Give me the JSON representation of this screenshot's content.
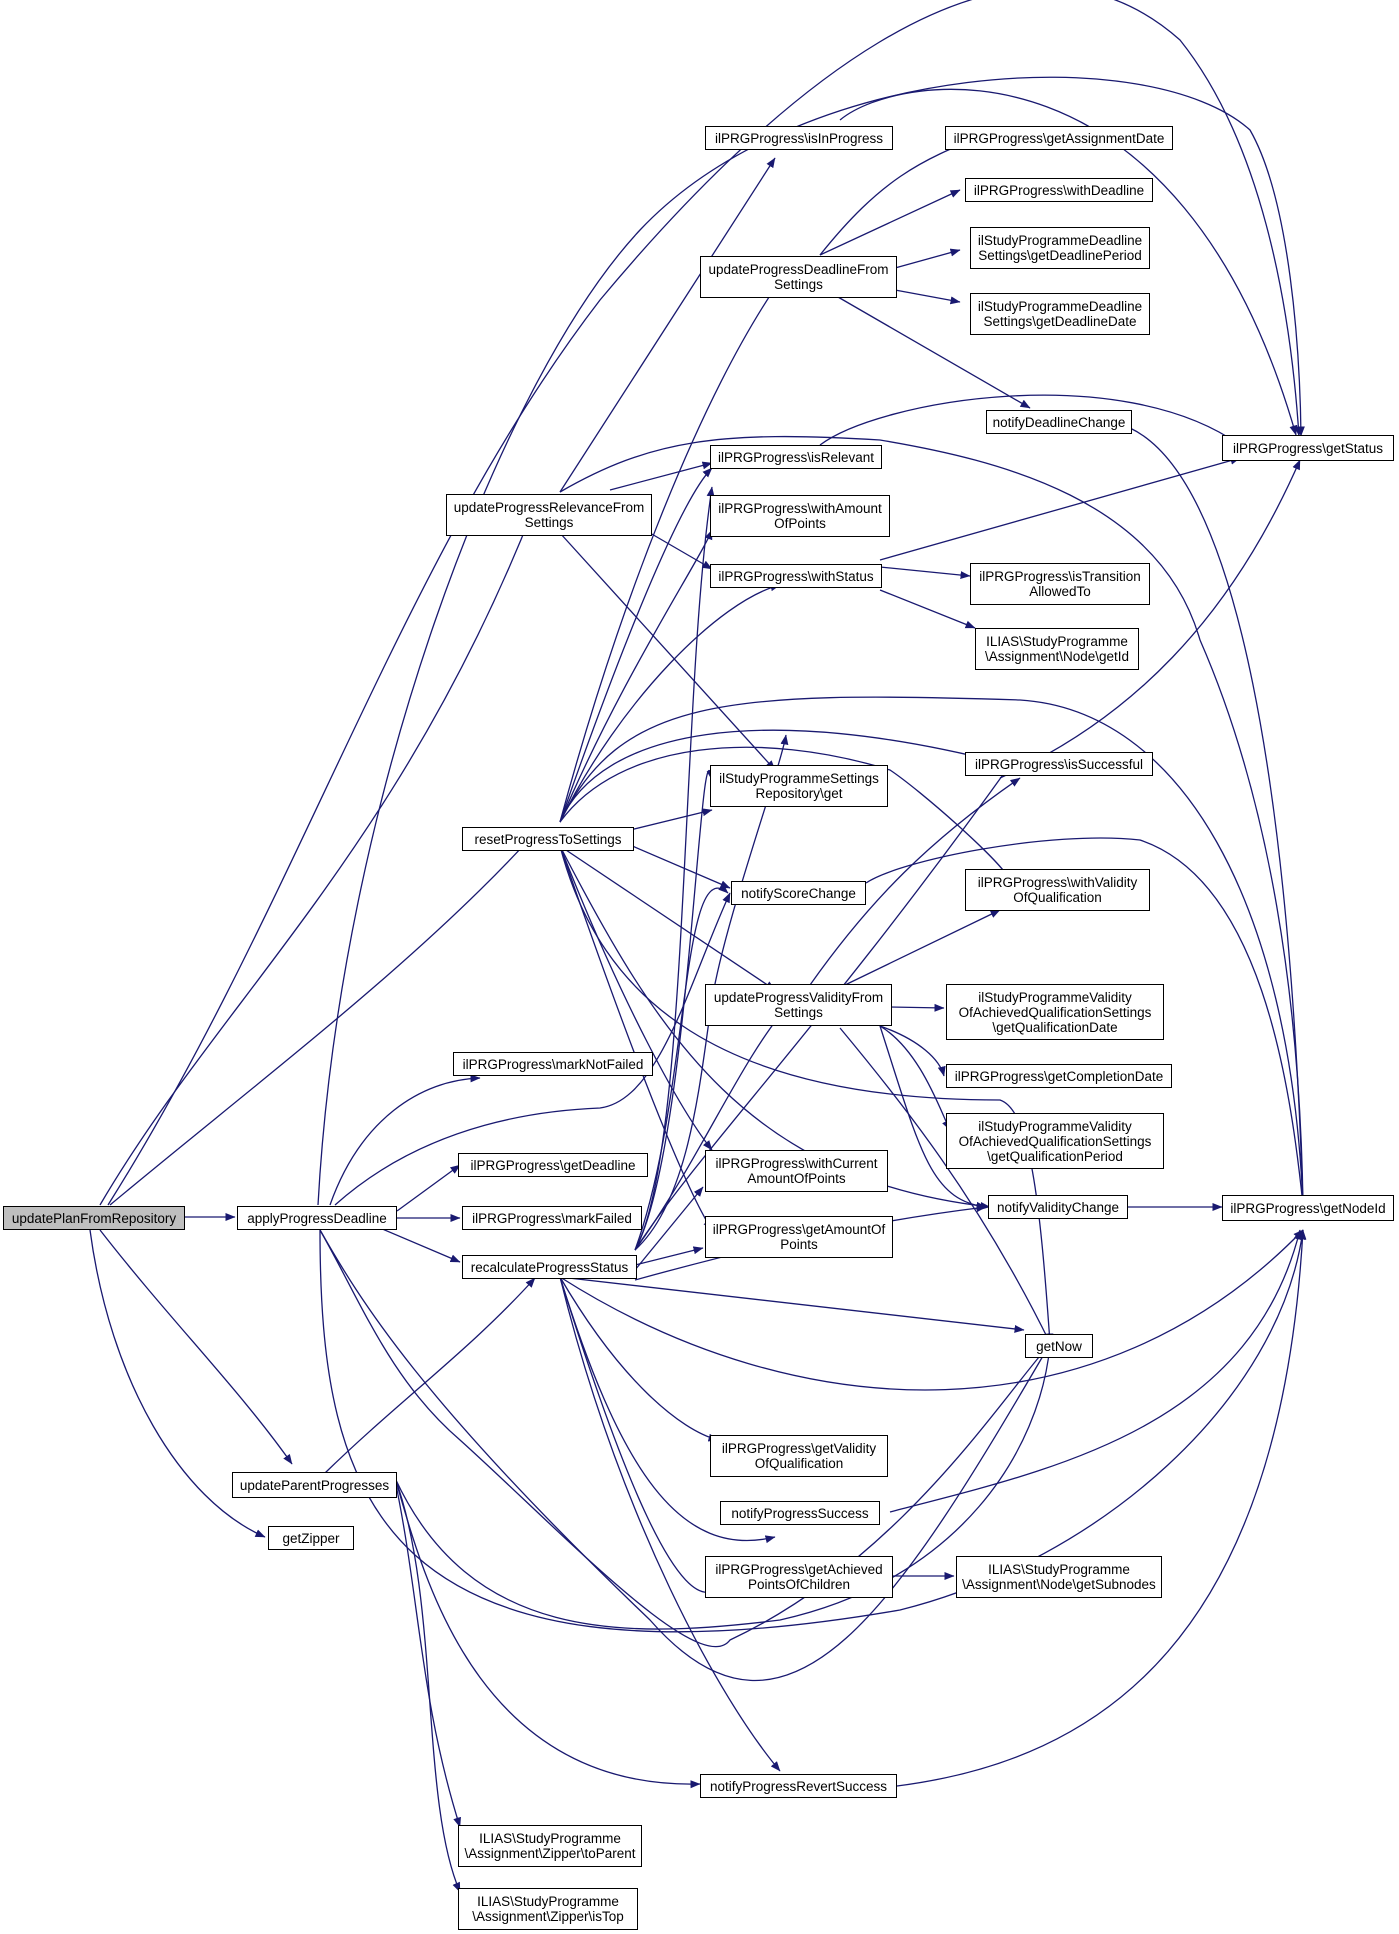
{
  "colors": {
    "edge": "#191970",
    "node_border": "#000000",
    "node_fill": "#ffffff",
    "root_fill": "#bfbfbf"
  },
  "nodes": {
    "root": "updatePlanFromRepository",
    "applyProgressDeadline": "applyProgressDeadline",
    "updateParentProgresses": "updateParentProgresses",
    "getZipper": "getZipper",
    "updateProgressRelevanceFromSettings": "updateProgressRelevanceFrom\nSettings",
    "resetProgressToSettings": "resetProgressToSettings",
    "markNotFailed": "ilPRGProgress\\markNotFailed",
    "getDeadline": "ilPRGProgress\\getDeadline",
    "markFailed": "ilPRGProgress\\markFailed",
    "recalculateProgressStatus": "recalculateProgressStatus",
    "toParent": "ILIAS\\StudyProgramme\n\\Assignment\\Zipper\\toParent",
    "isTop": "ILIAS\\StudyProgramme\n\\Assignment\\Zipper\\isTop",
    "isInProgress": "ilPRGProgress\\isInProgress",
    "updateProgressDeadlineFromSettings": "updateProgressDeadlineFrom\nSettings",
    "isRelevant": "ilPRGProgress\\isRelevant",
    "withAmountOfPoints": "ilPRGProgress\\withAmount\nOfPoints",
    "withStatus": "ilPRGProgress\\withStatus",
    "settingsRepositoryGet": "ilStudyProgrammeSettings\nRepository\\get",
    "notifyScoreChange": "notifyScoreChange",
    "updateProgressValidityFromSettings": "updateProgressValidityFrom\nSettings",
    "withCurrentAmountOfPoints": "ilPRGProgress\\withCurrent\nAmountOfPoints",
    "getAmountOfPoints": "ilPRGProgress\\getAmountOf\nPoints",
    "getValidityOfQualification": "ilPRGProgress\\getValidity\nOfQualification",
    "notifyProgressSuccess": "notifyProgressSuccess",
    "getAchievedPointsOfChildren": "ilPRGProgress\\getAchieved\nPointsOfChildren",
    "notifyProgressRevertSuccess": "notifyProgressRevertSuccess",
    "getAssignmentDate": "ilPRGProgress\\getAssignmentDate",
    "withDeadline": "ilPRGProgress\\withDeadline",
    "getDeadlinePeriod": "ilStudyProgrammeDeadline\nSettings\\getDeadlinePeriod",
    "getDeadlineDate": "ilStudyProgrammeDeadline\nSettings\\getDeadlineDate",
    "notifyDeadlineChange": "notifyDeadlineChange",
    "isTransitionAllowedTo": "ilPRGProgress\\isTransition\nAllowedTo",
    "nodeGetId": "ILIAS\\StudyProgramme\n\\Assignment\\Node\\getId",
    "isSuccessful": "ilPRGProgress\\isSuccessful",
    "withValidityOfQualification": "ilPRGProgress\\withValidity\nOfQualification",
    "getQualificationDate": "ilStudyProgrammeValidity\nOfAchievedQualificationSettings\n\\getQualificationDate",
    "getCompletionDate": "ilPRGProgress\\getCompletionDate",
    "getQualificationPeriod": "ilStudyProgrammeValidity\nOfAchievedQualificationSettings\n\\getQualificationPeriod",
    "notifyValidityChange": "notifyValidityChange",
    "getNow": "getNow",
    "getSubnodes": "ILIAS\\StudyProgramme\n\\Assignment\\Node\\getSubnodes",
    "getStatus": "ilPRGProgress\\getStatus",
    "getNodeId": "ilPRGProgress\\getNodeId"
  }
}
